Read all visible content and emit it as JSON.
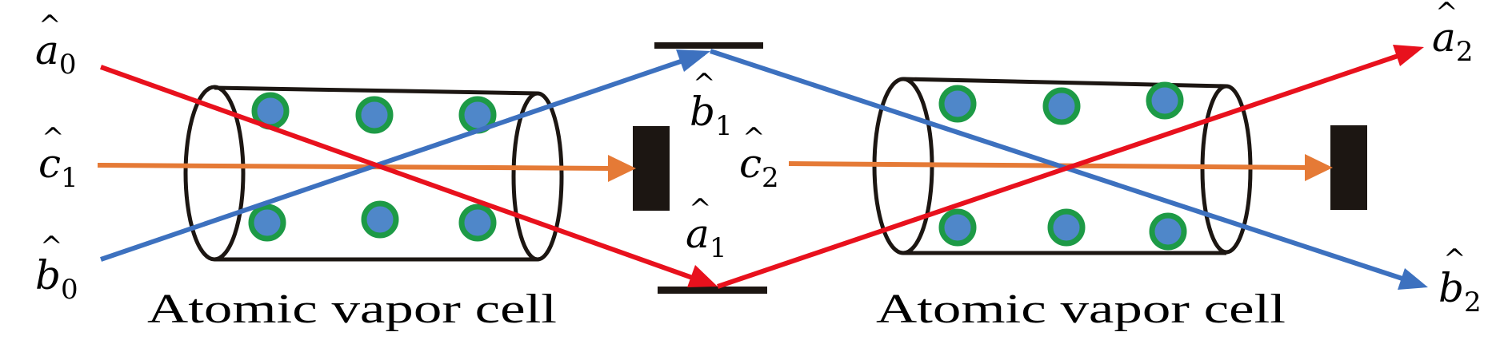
{
  "colors": {
    "red_beam": "#e8111d",
    "blue_beam": "#3d71bf",
    "orange_beam": "#e57a36",
    "atom_fill": "#4f87c9",
    "atom_ring": "#1d9a46",
    "cell_outline": "#1c1612",
    "detector": "#1c1612"
  },
  "labels": {
    "a0": {
      "base": "a",
      "sub": "0"
    },
    "b0": {
      "base": "b",
      "sub": "0"
    },
    "c1": {
      "base": "c",
      "sub": "1"
    },
    "b1": {
      "base": "b",
      "sub": "1"
    },
    "a1": {
      "base": "a",
      "sub": "1"
    },
    "c2": {
      "base": "c",
      "sub": "2"
    },
    "a2": {
      "base": "a",
      "sub": "2"
    },
    "b2": {
      "base": "b",
      "sub": "2"
    }
  },
  "captions": {
    "cell1": "Atomic vapor cell",
    "cell2": "Atomic vapor cell"
  },
  "icons": [
    "vapor-cell-icon",
    "atom-icon",
    "mirror-icon",
    "detector-icon",
    "arrowhead-icon"
  ]
}
